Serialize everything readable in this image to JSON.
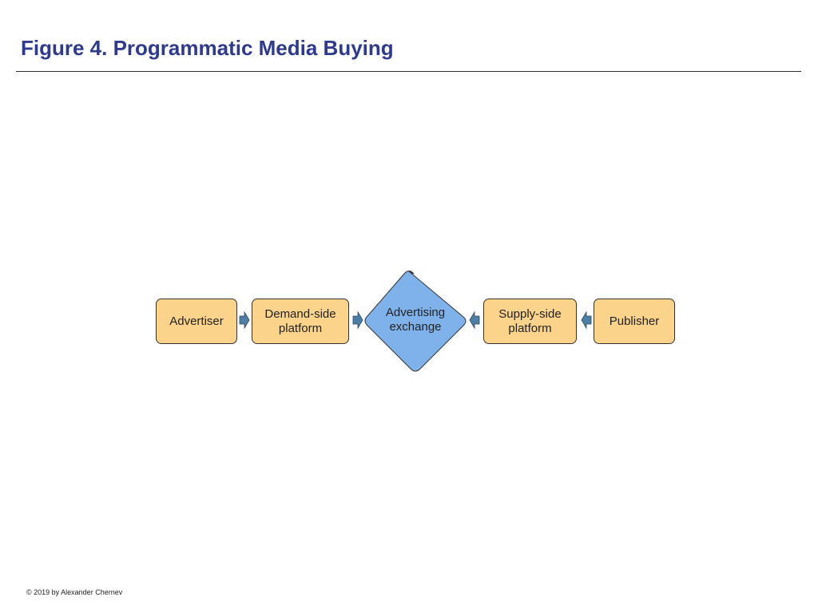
{
  "title": "Figure 4. Programmatic Media Buying",
  "nodes": {
    "advertiser": "Advertiser",
    "demand_side": "Demand-side\nplatform",
    "exchange": "Advertising\nexchange",
    "supply_side": "Supply-side\nplatform",
    "publisher": "Publisher"
  },
  "colors": {
    "box_fill": "#fcd38a",
    "diamond_fill": "#7fb2ea",
    "arrow_fill": "#4f7ea5",
    "title": "#2e3a8c"
  },
  "footer": "© 2019 by Alexander Chernev"
}
